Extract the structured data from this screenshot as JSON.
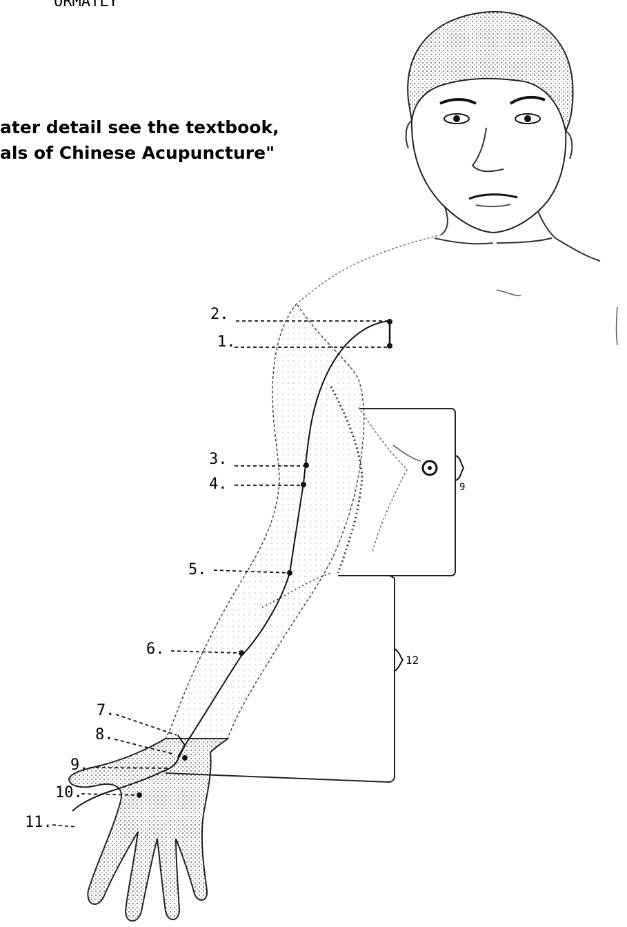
{
  "header_fragment": "ORMATLY",
  "caption": {
    "line1": "ater detail see the textbook,",
    "line2": "als of Chinese Acupuncture\""
  },
  "points": [
    {
      "label": "1."
    },
    {
      "label": "2."
    },
    {
      "label": "3."
    },
    {
      "label": "4."
    },
    {
      "label": "5."
    },
    {
      "label": "6."
    },
    {
      "label": "7."
    },
    {
      "label": "8."
    },
    {
      "label": "9."
    },
    {
      "label": "10."
    },
    {
      "label": "11."
    }
  ],
  "brackets": {
    "upper": "9",
    "lower": "12"
  },
  "colors": {
    "ink": "#000000",
    "paper": "#ffffff",
    "shade": "#555555"
  }
}
